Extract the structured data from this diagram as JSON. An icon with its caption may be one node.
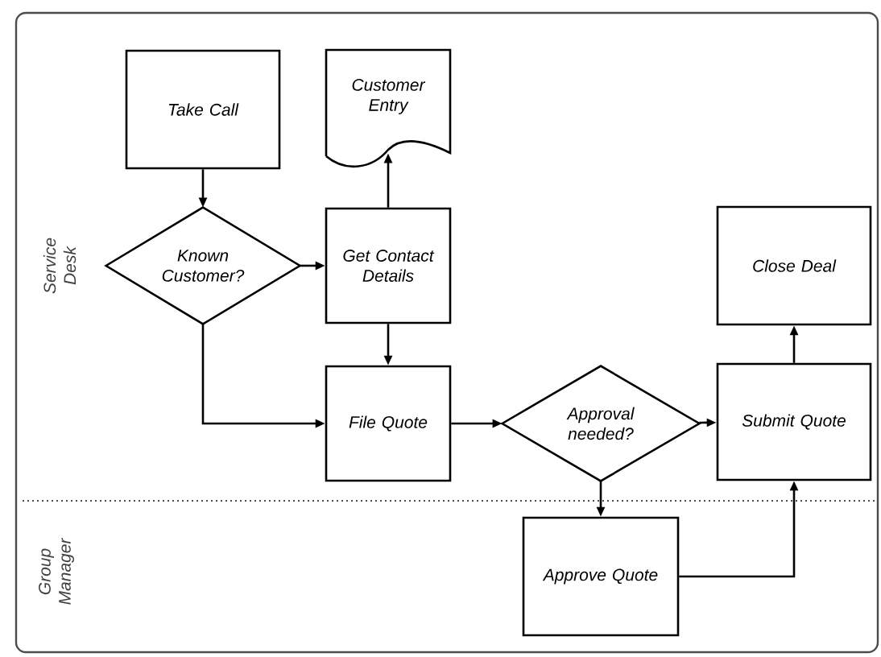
{
  "diagram": {
    "nodes": [
      {
        "text": [
          "Take Call"
        ]
      },
      {
        "text": [
          "Customer Entry"
        ]
      },
      {
        "text": [
          "Known Customer?"
        ]
      },
      {
        "text": [
          "Get Contact Details"
        ]
      },
      {
        "text": [
          "File Quote"
        ]
      },
      {
        "text": [
          "Approval needed?"
        ]
      },
      {
        "text": [
          "Submit Quote"
        ]
      },
      {
        "text": [
          "Close Deal"
        ]
      },
      {
        "text": [
          "Approve Quote"
        ]
      }
    ],
    "edges": [
      {
        "from": 0,
        "to": 2,
        "arrow": "to"
      },
      {
        "from": 2,
        "to": 3,
        "arrow": "to"
      },
      {
        "from": 2,
        "to": 4,
        "arrow": "to"
      },
      {
        "from": 3,
        "to": 1,
        "arrow": "to"
      },
      {
        "from": 3,
        "to": 4,
        "arrow": "to"
      },
      {
        "from": 4,
        "to": 5,
        "arrow": "to"
      },
      {
        "from": 5,
        "to": 6,
        "arrow": "to"
      },
      {
        "from": 5,
        "to": 8,
        "arrow": "to"
      },
      {
        "from": 8,
        "to": 6,
        "arrow": "to"
      },
      {
        "from": 6,
        "to": 7,
        "arrow": "to"
      }
    ],
    "labels": [
      "Service Desk",
      "Group Manager"
    ]
  }
}
